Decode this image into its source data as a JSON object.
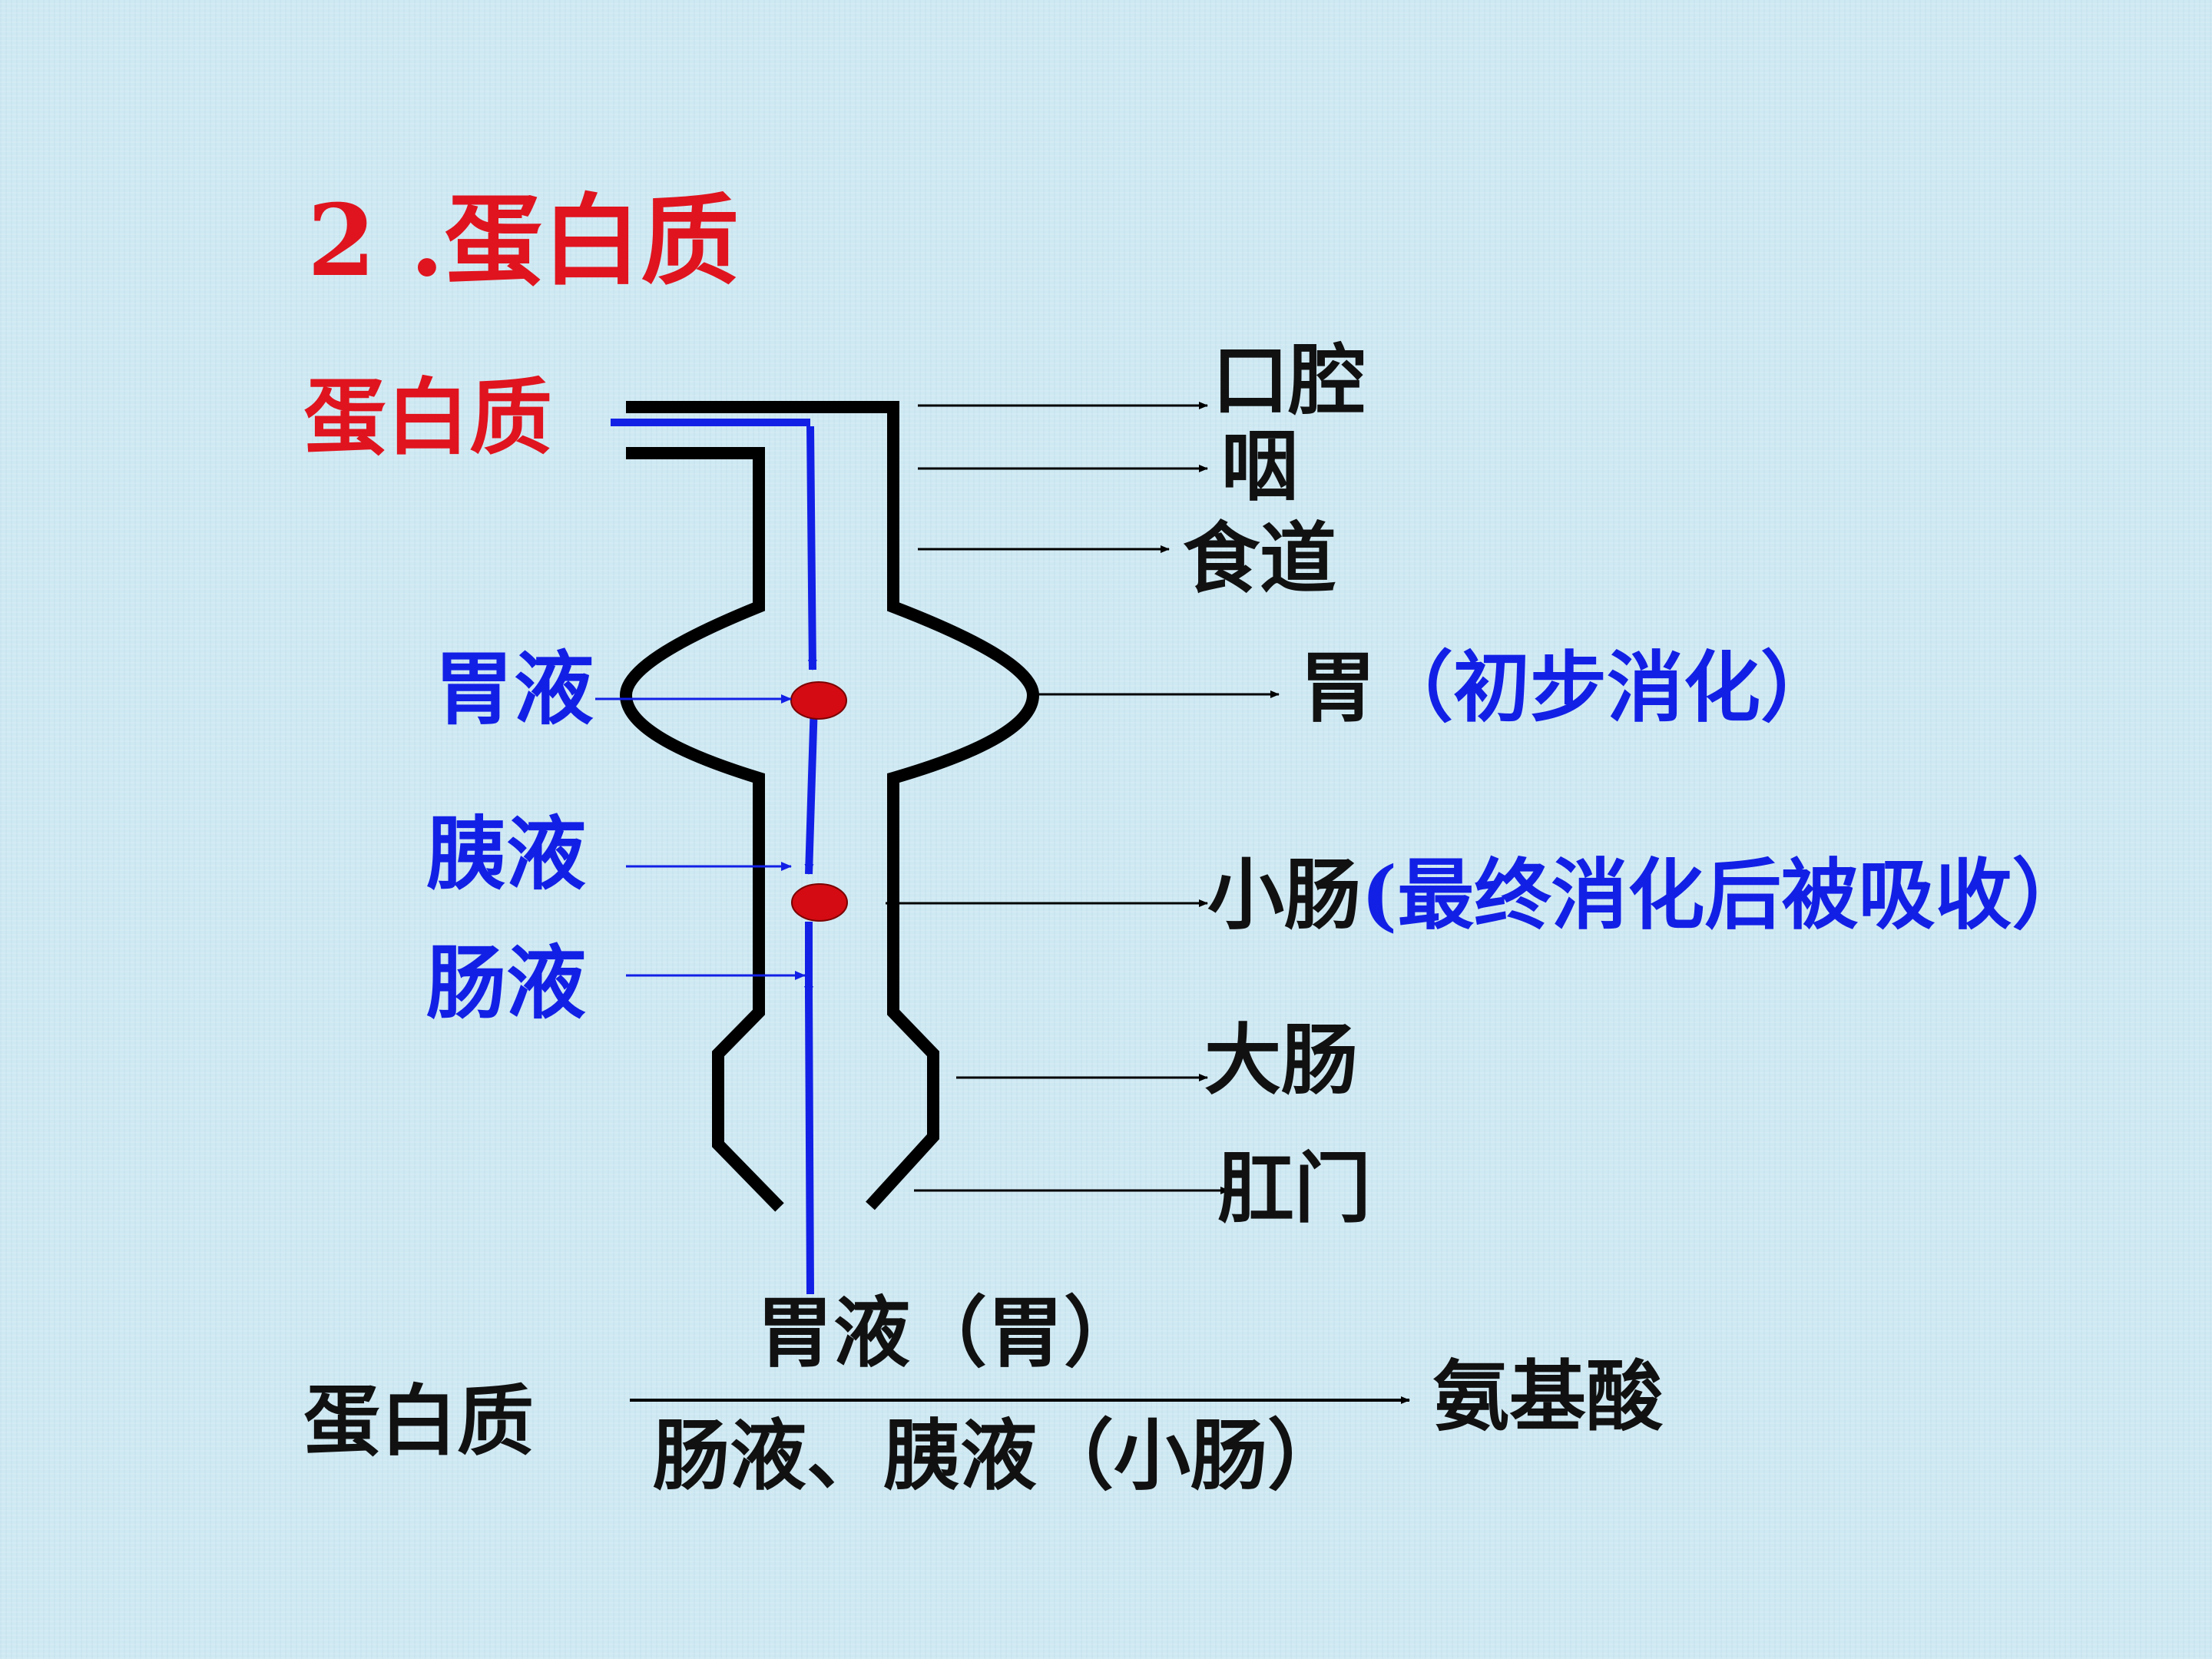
{
  "title": "2 .蛋白质",
  "input_label": "蛋白质",
  "juices": {
    "gastric": "胃液",
    "pancreatic": "胰液",
    "intestinal": "肠液"
  },
  "organs": {
    "mouth": "口腔",
    "pharynx": "咽",
    "esophagus": "食道",
    "stomach": "胃",
    "stomach_note": "（初步消化）",
    "small_intestine": "小肠",
    "small_intestine_note": "(最终消化后被吸收）",
    "large_intestine": "大肠",
    "anus": "肛门"
  },
  "equation": {
    "reactant": "蛋白质",
    "condition_top": "胃液（胃）",
    "condition_bottom": "肠液、胰液（小肠）",
    "product": "氨基酸"
  },
  "colors": {
    "title": "#e0141e",
    "juice_text": "#1220e6",
    "flow_line": "#1220e6",
    "digestion_dot": "#d40b12",
    "tract_outline": "#000000",
    "background": "#cfe9f3"
  }
}
